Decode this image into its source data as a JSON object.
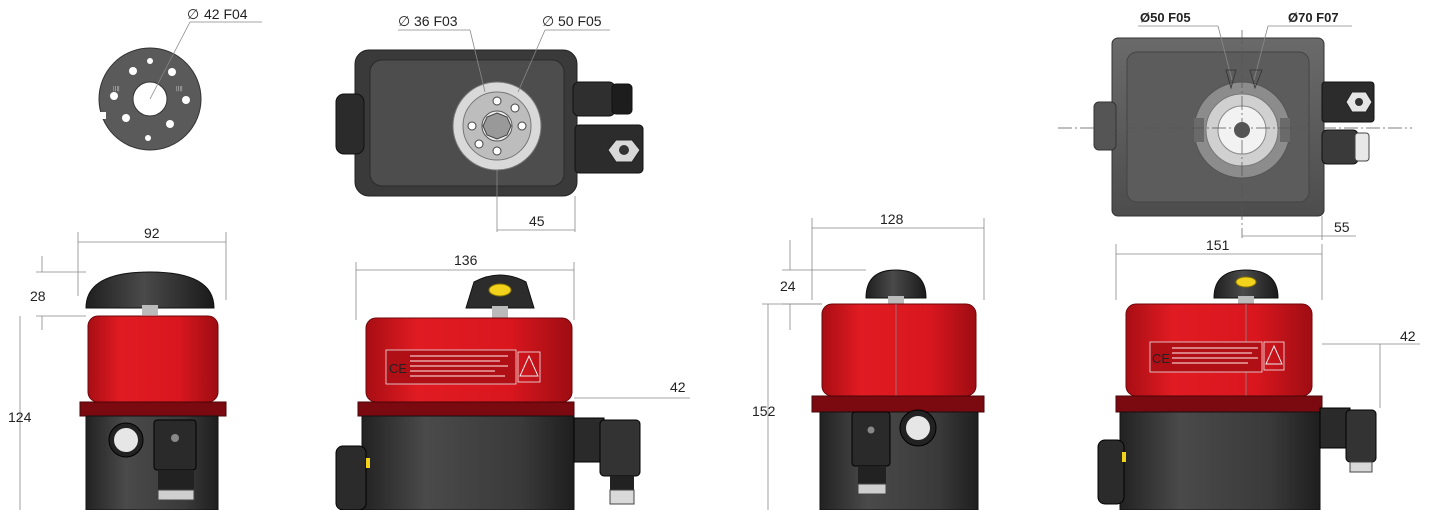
{
  "views": {
    "flange_small": {
      "callout": "42 F04",
      "diameter_symbol": "∅"
    },
    "top_view": {
      "callout_left": "36 F03",
      "callout_right": "50 F05",
      "diameter_symbol": "∅",
      "offset": "45"
    },
    "top_view_large": {
      "callout_left": "Ø50 F05",
      "callout_right": "Ø70 F07",
      "offset": "55"
    },
    "side_1": {
      "width": "92",
      "indicator_height": "28",
      "body_height": "124"
    },
    "side_2": {
      "width": "136",
      "connector_offset": "42"
    },
    "side_3": {
      "width": "128",
      "indicator_height": "24",
      "body_height": "152"
    },
    "side_4": {
      "width": "151",
      "connector_offset": "42"
    }
  },
  "colors": {
    "body_red": "#d9161e",
    "base_dark": "#3e3e3e",
    "cover_gray": "#555555",
    "indicator_yellow": "#f2d21b",
    "label_text": "#ffffff"
  },
  "label_plate": {
    "ce_mark": "CE"
  }
}
